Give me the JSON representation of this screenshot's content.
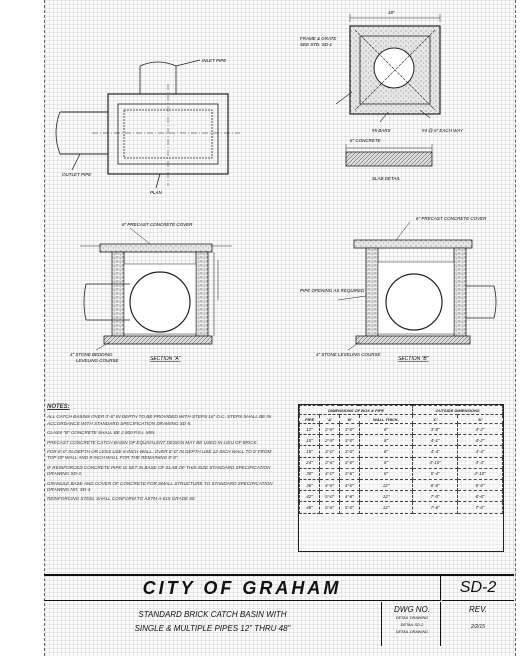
{
  "title_block": {
    "city": "CITY OF GRAHAM",
    "sheet_no": "SD-2",
    "description_line1": "STANDARD BRICK CATCH BASIN WITH",
    "description_line2": "SINGLE & MULTIPLE PIPES 12\" THRU 48\"",
    "dwg_label": "DWG NO.",
    "dwg_small1": "DETAIL DRAWING",
    "dwg_small2": "DETAIL SD-2",
    "dwg_small3": "DETAIL DRAWING",
    "rev_label": "REV.",
    "rev_date": "2/2/15"
  },
  "plan_view": {
    "label_plan": "PLAN",
    "label_outlet": "OUTLET PIPE",
    "label_inlet": "INLET PIPE"
  },
  "grate_view": {
    "label_top": "18\"",
    "label_steel_frame": "FRAME & GRATE",
    "label_steel_sub": "SEE STD. SD-1",
    "label_rebar": "#5 BARS",
    "label_bars": "#4 @ 6\" EACH WAY",
    "label_slab": "6\" CONCRETE",
    "label_slab_detail": "SLAB DETAIL"
  },
  "section_a": {
    "label_precast": "6\" PRECAST CONCRETE COVER",
    "label_stone": "4\" STONE BEDDING",
    "label_section": "SECTION \"A\"",
    "label_course": "LEVELING COURSE"
  },
  "section_b": {
    "label_precast": "6\" PRECAST CONCRETE COVER",
    "label_opening": "PIPE OPENING AS REQUIRED",
    "label_stone": "4\" STONE LEVELING COURSE",
    "label_section": "SECTION \"B\""
  },
  "notes": {
    "heading": "NOTES:",
    "items": [
      "ALL CATCH BASINS OVER 3'-6\" IN DEPTH TO BE PROVIDED WITH STEPS 16\" O.C. STEPS SHALL BE IN ACCORDANCE WITH STANDARD SPECIFICATION DRAWING SD-5.",
      "CLASS \"B\" CONCRETE SHALL BE 2,500 P.S.I. MIN.",
      "PRECAST CONCRETE CATCH BASIN OF EQUIVALENT DESIGN MAY BE USED IN LIEU OF BRICK.",
      "FOR 8'-0\" IN DEPTH OR LESS USE 8-INCH WALL. OVER 8'-0\" IN DEPTH USE 12-INCH WALL TO 8' FROM TOP OF WALL AND 8-INCH WALL FOR THE REMAINING 8'-0\".",
      "IF REINFORCED CONCRETE PIPE IS SET IN BASE OF SLAB OF THIS SIZE STANDARD SPECIFICATION DRAWING SD-3.",
      "GRANULE BASE AND COVER OF CONCRETE FOR SMALL STRUCTURE TO STANDARD SPECIFICATION DRAWING NO. SD-4.",
      "REINFORCING STEEL SHALL CONFORM TO ASTM A-615 GRADE 60."
    ]
  },
  "table": {
    "header_left": "DIMENSIONS OF BOX & PIPE",
    "header_right": "OUTSIDE DIMENSIONS",
    "columns": [
      "PIPE",
      "'A'",
      "'B'",
      "WALL THICK.",
      "'C'",
      "'D'"
    ],
    "rows": [
      [
        "12\"",
        "2'-6\"",
        "3'-0\"",
        "8\"",
        "3'-8\"",
        "4'-2\""
      ],
      [
        "15\"",
        "2'-9\"",
        "3'-0\"",
        "8\"",
        "4'-1\"",
        "4'-2\""
      ],
      [
        "18\"",
        "3'-0\"",
        "3'-0\"",
        "8\"",
        "4'-4\"",
        "4'-4\""
      ],
      [
        "24\"",
        "3'-6\"",
        "3'-0\"",
        "8\"",
        "4'-10\"",
        "4'-4\""
      ],
      [
        "30\"",
        "4'-0\"",
        "3'-6\"",
        "8\"",
        "5'-4\"",
        "4'-10\""
      ],
      [
        "36\"",
        "4'-6\"",
        "4'-0\"",
        "12\"",
        "6'-6\"",
        "6'-0\""
      ],
      [
        "42\"",
        "5'-0\"",
        "4'-6\"",
        "12\"",
        "7'-0\"",
        "6'-6\""
      ],
      [
        "48\"",
        "5'-6\"",
        "5'-0\"",
        "12\"",
        "7'-6\"",
        "7'-0\""
      ]
    ]
  }
}
